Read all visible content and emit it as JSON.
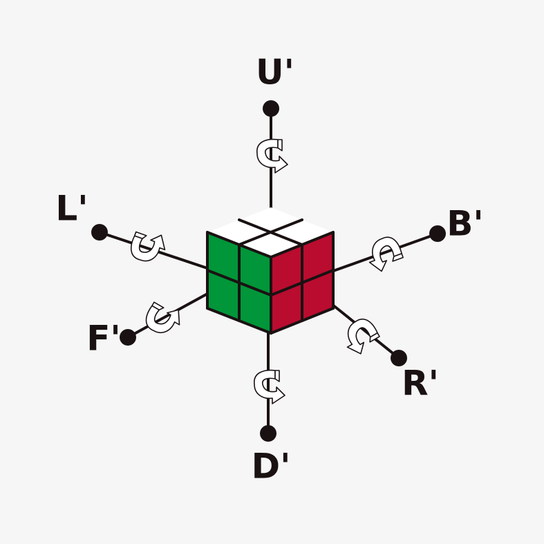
{
  "colors": {
    "background": "#f6f6f6",
    "line": "#1a1212",
    "face_top": "#ffffff",
    "face_left": "#009639",
    "face_right": "#ba0c2f",
    "arrow_fill": "#ffffff"
  },
  "cube": {
    "size": "2x2",
    "visible_faces": [
      "top",
      "left",
      "right"
    ]
  },
  "axes": [
    {
      "id": "up",
      "label": "U'"
    },
    {
      "id": "down",
      "label": "D'"
    },
    {
      "id": "left",
      "label": "L'"
    },
    {
      "id": "right",
      "label": "R'"
    },
    {
      "id": "front",
      "label": "F'"
    },
    {
      "id": "back",
      "label": "B'"
    }
  ],
  "arrow_icon": "rotation-arrow-icon"
}
